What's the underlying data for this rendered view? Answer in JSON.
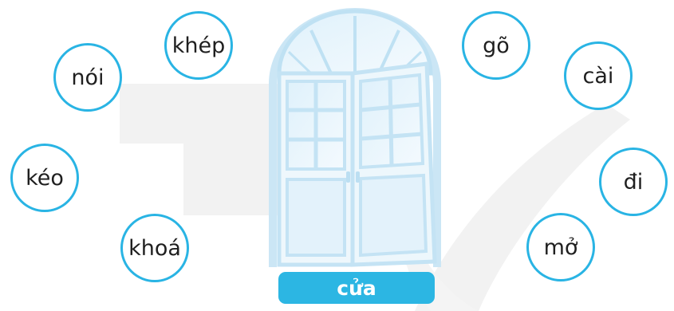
{
  "main_word": "cửa",
  "words": {
    "khep": "khép",
    "noi": "nói",
    "keo": "kéo",
    "khoa": "khoá",
    "go": "gõ",
    "cai": "cài",
    "di": "đi",
    "mo": "mở"
  },
  "colors": {
    "circle_border": "#29b4e4",
    "label_bg": "#2cb6e3",
    "label_text": "#ffffff",
    "door_frame": "#cfe8f6",
    "door_glass": "#e9f5fc",
    "watermark": "#f1f1f1"
  },
  "icons": {
    "door": "door-illustration",
    "watermark": "background-logo-watermark"
  }
}
